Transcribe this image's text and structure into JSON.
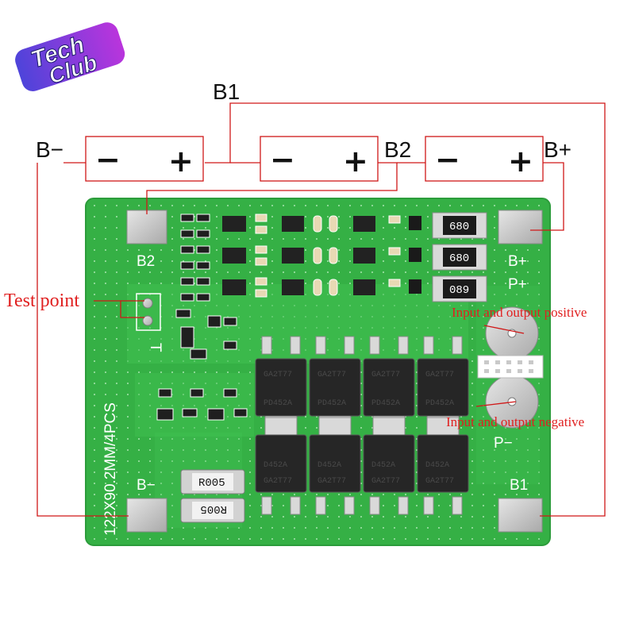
{
  "logo": {
    "line1": "Tech",
    "line2": "Club",
    "tagline": "TECH CLUB"
  },
  "wiring": {
    "labels": {
      "b_minus": "B−",
      "b1": "B1",
      "b2": "B2",
      "b_plus": "B+"
    },
    "cells": [
      {
        "minus": "−",
        "plus": "+"
      },
      {
        "minus": "−",
        "plus": "+"
      },
      {
        "minus": "−",
        "plus": "+"
      }
    ]
  },
  "board": {
    "silkscreen": {
      "b2": "B2",
      "b_plus": "B+",
      "p_plus": "P+",
      "p_minus": "P−",
      "b_minus": "B−",
      "b1": "B1",
      "size_text": "122X90.2MM/4PCS",
      "test_t": "T"
    },
    "resistors_top": [
      "680",
      "680",
      "089"
    ],
    "resistors_bottom": [
      "R005",
      "R005"
    ],
    "mosfets_top": [
      "GA2T77",
      "GA2T77",
      "GA2T77",
      "GA2T77"
    ],
    "mosfets_top_mark": [
      "PD452A",
      "PD452A",
      "PD452A",
      "PD452A"
    ],
    "mosfets_bottom": [
      "D452A",
      "D452A",
      "D452A",
      "D452A"
    ],
    "mosfets_bottom_mark": [
      "GA2T77",
      "GA2T77",
      "GA2T77",
      "GA2T77"
    ]
  },
  "annotations": {
    "test_point": "Test point",
    "io_positive": "Input and output positive",
    "io_negative": "Input and output negative"
  },
  "colors": {
    "pcb_green": "#35b045",
    "pcb_dark": "#2a9a3a",
    "wire_red": "#d01818",
    "annotation_red": "#e02020",
    "pad_silver": "#cfcfcf"
  }
}
